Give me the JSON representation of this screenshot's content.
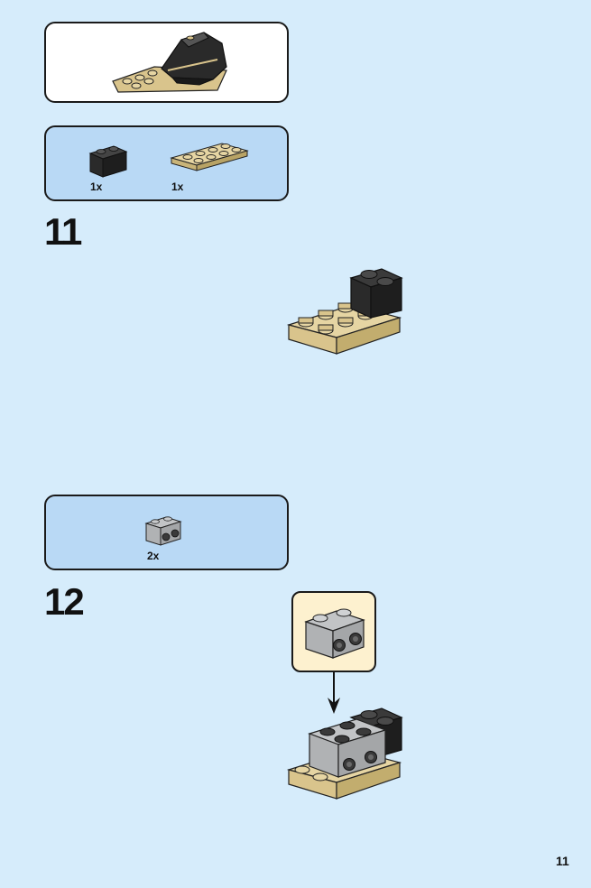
{
  "steps": [
    {
      "number": "11",
      "parts": [
        {
          "qty": "1x",
          "part": "black-brick-1x2"
        },
        {
          "qty": "1x",
          "part": "tan-plate-2x4"
        }
      ]
    },
    {
      "number": "12",
      "parts": [
        {
          "qty": "2x",
          "part": "grey-brick-1x2-studs-on-side"
        }
      ]
    }
  ],
  "page_number": "11",
  "colors": {
    "background": "#d6ecfb",
    "parts_box": "#b9d9f5",
    "subassembly_box": "#fdf1cf",
    "tan": "#d9c48c",
    "black": "#2a2a2a",
    "grey": "#a4a6a8"
  },
  "icons": [
    "arrow-down-icon"
  ]
}
